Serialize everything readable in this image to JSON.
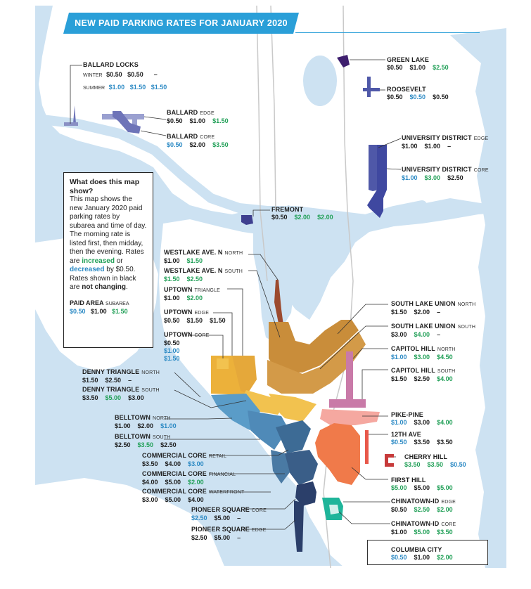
{
  "banner_title": "NEW PAID PARKING RATES FOR JANUARY 2020",
  "colors": {
    "water": "#cde2f2",
    "land": "#ffffff",
    "banner": "#2a9fd8",
    "increase": "#22a058",
    "decrease": "#2c8ac4",
    "no_change": "#1e1e1e"
  },
  "infobox": {
    "title": "What does this map show?",
    "p1": "This map shows the new January 2020 paid parking rates by subarea and time of day. The morning rate is listed first, then midday, then the evening. Rates are",
    "increased": "increased",
    "or": "or",
    "decreased": "decreased",
    "by": "by $0.50. Rates shown in black are",
    "not_changing": "not changing",
    "period": ".",
    "legend_name": "PAID AREA",
    "legend_sub": "SUBAREA",
    "legend_rates": [
      {
        "v": "$0.50",
        "c": "dec"
      },
      {
        "v": "$1.00",
        "c": "no"
      },
      {
        "v": "$1.50",
        "c": "inc"
      }
    ]
  },
  "areas": {
    "ballard_locks": {
      "name": "BALLARD LOCKS",
      "seasons": [
        {
          "label": "WINTER",
          "rates": [
            {
              "v": "$0.50",
              "c": "no"
            },
            {
              "v": "$0.50",
              "c": "no"
            },
            {
              "v": "–",
              "c": "no"
            }
          ]
        },
        {
          "label": "SUMMER",
          "rates": [
            {
              "v": "$1.00",
              "c": "dec"
            },
            {
              "v": "$1.50",
              "c": "dec"
            },
            {
              "v": "$1.50",
              "c": "dec"
            }
          ]
        }
      ]
    },
    "green_lake": {
      "name": "GREEN LAKE",
      "sub": "",
      "rates": [
        {
          "v": "$0.50",
          "c": "no"
        },
        {
          "v": "$1.00",
          "c": "no"
        },
        {
          "v": "$2.50",
          "c": "inc"
        }
      ]
    },
    "roosevelt": {
      "name": "ROOSEVELT",
      "sub": "",
      "rates": [
        {
          "v": "$0.50",
          "c": "no"
        },
        {
          "v": "$0.50",
          "c": "dec"
        },
        {
          "v": "$0.50",
          "c": "no"
        }
      ]
    },
    "ballard_edge": {
      "name": "BALLARD",
      "sub": "EDGE",
      "rates": [
        {
          "v": "$0.50",
          "c": "no"
        },
        {
          "v": "$1.00",
          "c": "no"
        },
        {
          "v": "$1.50",
          "c": "inc"
        }
      ]
    },
    "ballard_core": {
      "name": "BALLARD",
      "sub": "CORE",
      "rates": [
        {
          "v": "$0.50",
          "c": "dec"
        },
        {
          "v": "$2.00",
          "c": "no"
        },
        {
          "v": "$3.50",
          "c": "inc"
        }
      ]
    },
    "university_edge": {
      "name": "UNIVERSITY DISTRICT",
      "sub": "EDGE",
      "rates": [
        {
          "v": "$1.00",
          "c": "no"
        },
        {
          "v": "$1.00",
          "c": "no"
        },
        {
          "v": "–",
          "c": "no"
        }
      ]
    },
    "university_core": {
      "name": "UNIVERSITY DISTRICT",
      "sub": "CORE",
      "rates": [
        {
          "v": "$1.00",
          "c": "dec"
        },
        {
          "v": "$3.00",
          "c": "inc"
        },
        {
          "v": "$2.50",
          "c": "no"
        }
      ]
    },
    "fremont": {
      "name": "FREMONT",
      "sub": "",
      "rates": [
        {
          "v": "$0.50",
          "c": "no"
        },
        {
          "v": "$2.00",
          "c": "inc"
        },
        {
          "v": "$2.00",
          "c": "inc"
        }
      ]
    },
    "westlake_north": {
      "name": "WESTLAKE AVE. N",
      "sub": "NORTH",
      "rates": [
        {
          "v": "$1.00",
          "c": "no"
        },
        {
          "v": "$1.50",
          "c": "inc"
        }
      ]
    },
    "westlake_south": {
      "name": "WESTLAKE AVE. N",
      "sub": "SOUTH",
      "rates": [
        {
          "v": "$1.50",
          "c": "inc"
        },
        {
          "v": "$2.50",
          "c": "inc"
        }
      ]
    },
    "uptown_triangle": {
      "name": "UPTOWN",
      "sub": "TRIANGLE",
      "rates": [
        {
          "v": "$1.00",
          "c": "no"
        },
        {
          "v": "$2.00",
          "c": "inc"
        }
      ]
    },
    "uptown_edge": {
      "name": "UPTOWN",
      "sub": "EDGE",
      "rates": [
        {
          "v": "$0.50",
          "c": "no"
        },
        {
          "v": "$1.50",
          "c": "no"
        },
        {
          "v": "$1.50",
          "c": "no"
        }
      ]
    },
    "uptown_core": {
      "name": "UPTOWN",
      "sub": "CORE",
      "rates": [
        {
          "v": "$0.50",
          "c": "no"
        },
        {
          "v": "$1.00",
          "c": "dec"
        },
        {
          "v": "$1.50",
          "c": "dec"
        }
      ]
    },
    "slu_north": {
      "name": "SOUTH LAKE UNION",
      "sub": "NORTH",
      "rates": [
        {
          "v": "$1.50",
          "c": "no"
        },
        {
          "v": "$2.00",
          "c": "no"
        },
        {
          "v": "–",
          "c": "no"
        }
      ]
    },
    "slu_south": {
      "name": "SOUTH LAKE UNION",
      "sub": "SOUTH",
      "rates": [
        {
          "v": "$3.00",
          "c": "no"
        },
        {
          "v": "$4.00",
          "c": "inc"
        },
        {
          "v": "–",
          "c": "no"
        }
      ]
    },
    "capitol_north": {
      "name": "CAPITOL HILL",
      "sub": "NORTH",
      "rates": [
        {
          "v": "$1.00",
          "c": "dec"
        },
        {
          "v": "$3.00",
          "c": "inc"
        },
        {
          "v": "$4.50",
          "c": "inc"
        }
      ]
    },
    "capitol_south": {
      "name": "CAPITOL HILL",
      "sub": "SOUTH",
      "rates": [
        {
          "v": "$1.50",
          "c": "no"
        },
        {
          "v": "$2.50",
          "c": "no"
        },
        {
          "v": "$4.00",
          "c": "inc"
        }
      ]
    },
    "denny_north": {
      "name": "DENNY TRIANGLE",
      "sub": "NORTH",
      "rates": [
        {
          "v": "$1.50",
          "c": "no"
        },
        {
          "v": "$2.50",
          "c": "no"
        },
        {
          "v": "–",
          "c": "no"
        }
      ]
    },
    "denny_south": {
      "name": "DENNY TRIANGLE",
      "sub": "SOUTH",
      "rates": [
        {
          "v": "$3.50",
          "c": "no"
        },
        {
          "v": "$5.00",
          "c": "inc"
        },
        {
          "v": "$3.00",
          "c": "no"
        }
      ]
    },
    "belltown_north": {
      "name": "BELLTOWN",
      "sub": "NORTH",
      "rates": [
        {
          "v": "$1.00",
          "c": "no"
        },
        {
          "v": "$2.00",
          "c": "no"
        },
        {
          "v": "$1.00",
          "c": "dec"
        }
      ]
    },
    "belltown_south": {
      "name": "BELLTOWN",
      "sub": "SOUTH",
      "rates": [
        {
          "v": "$2.50",
          "c": "no"
        },
        {
          "v": "$3.50",
          "c": "inc"
        },
        {
          "v": "$2.50",
          "c": "no"
        }
      ]
    },
    "pike_pine": {
      "name": "PIKE-PINE",
      "sub": "",
      "rates": [
        {
          "v": "$1.00",
          "c": "dec"
        },
        {
          "v": "$3.00",
          "c": "no"
        },
        {
          "v": "$4.00",
          "c": "inc"
        }
      ]
    },
    "twelfth_ave": {
      "name": "12TH AVE",
      "sub": "",
      "rates": [
        {
          "v": "$0.50",
          "c": "dec"
        },
        {
          "v": "$3.50",
          "c": "no"
        },
        {
          "v": "$3.50",
          "c": "no"
        }
      ]
    },
    "cherry_hill": {
      "name": "CHERRY HILL",
      "sub": "",
      "rates": [
        {
          "v": "$3.50",
          "c": "inc"
        },
        {
          "v": "$3.50",
          "c": "inc"
        },
        {
          "v": "$0.50",
          "c": "dec"
        }
      ]
    },
    "cc_retail": {
      "name": "COMMERCIAL CORE",
      "sub": "RETAIL",
      "rates": [
        {
          "v": "$3.50",
          "c": "no"
        },
        {
          "v": "$4.00",
          "c": "no"
        },
        {
          "v": "$3.00",
          "c": "dec"
        }
      ]
    },
    "cc_financial": {
      "name": "COMMERCIAL CORE",
      "sub": "FINANCIAL",
      "rates": [
        {
          "v": "$4.00",
          "c": "no"
        },
        {
          "v": "$5.00",
          "c": "no"
        },
        {
          "v": "$2.00",
          "c": "inc"
        }
      ]
    },
    "cc_waterfront": {
      "name": "COMMERCIAL CORE",
      "sub": "WATERFRONT",
      "rates": [
        {
          "v": "$3.00",
          "c": "no"
        },
        {
          "v": "$5.00",
          "c": "no"
        },
        {
          "v": "$4.00",
          "c": "no"
        }
      ]
    },
    "first_hill": {
      "name": "FIRST HILL",
      "sub": "",
      "rates": [
        {
          "v": "$5.00",
          "c": "inc"
        },
        {
          "v": "$5.00",
          "c": "no"
        },
        {
          "v": "$5.00",
          "c": "inc"
        }
      ]
    },
    "pioneer_core": {
      "name": "PIONEER SQUARE",
      "sub": "CORE",
      "rates": [
        {
          "v": "$2.50",
          "c": "dec"
        },
        {
          "v": "$5.00",
          "c": "no"
        },
        {
          "v": "–",
          "c": "no"
        }
      ]
    },
    "pioneer_edge": {
      "name": "PIONEER SQUARE",
      "sub": "EDGE",
      "rates": [
        {
          "v": "$2.50",
          "c": "no"
        },
        {
          "v": "$5.00",
          "c": "no"
        },
        {
          "v": "–",
          "c": "no"
        }
      ]
    },
    "chinatown_edge": {
      "name": "CHINATOWN-ID",
      "sub": "EDGE",
      "rates": [
        {
          "v": "$0.50",
          "c": "no"
        },
        {
          "v": "$2.50",
          "c": "inc"
        },
        {
          "v": "$2.00",
          "c": "inc"
        }
      ]
    },
    "chinatown_core": {
      "name": "CHINATOWN-ID",
      "sub": "CORE",
      "rates": [
        {
          "v": "$1.00",
          "c": "no"
        },
        {
          "v": "$5.00",
          "c": "inc"
        },
        {
          "v": "$3.50",
          "c": "inc"
        }
      ]
    },
    "columbia_city": {
      "name": "COLUMBIA CITY",
      "sub": "",
      "rates": [
        {
          "v": "$0.50",
          "c": "dec"
        },
        {
          "v": "$1.00",
          "c": "no"
        },
        {
          "v": "$2.00",
          "c": "inc"
        }
      ]
    }
  }
}
